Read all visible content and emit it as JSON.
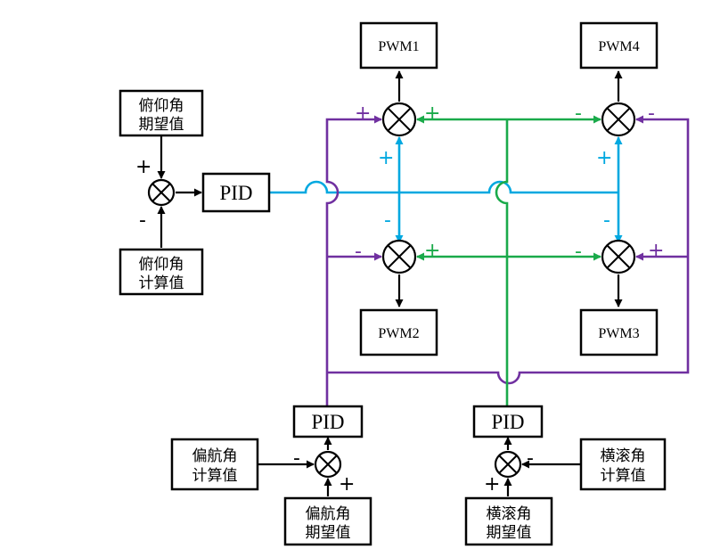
{
  "colors": {
    "blue": "#00a8e0",
    "green": "#1aaa4a",
    "purple": "#7030a0",
    "black": "#000000"
  },
  "outputs": {
    "pwm1": "PWM1",
    "pwm2": "PWM2",
    "pwm3": "PWM3",
    "pwm4": "PWM4"
  },
  "controllers": {
    "pitch_pid": "PID",
    "yaw_pid": "PID",
    "roll_pid": "PID"
  },
  "inputs": {
    "pitch_desired": [
      "俯仰角",
      "期望值"
    ],
    "pitch_measured": [
      "俯仰角",
      "计算值"
    ],
    "yaw_measured": [
      "偏航角",
      "计算值"
    ],
    "yaw_desired": [
      "偏航角",
      "期望值"
    ],
    "roll_measured": [
      "横滚角",
      "计算值"
    ],
    "roll_desired": [
      "横滚角",
      "期望值"
    ]
  },
  "signs": {
    "plus": "+",
    "minus": "-"
  }
}
